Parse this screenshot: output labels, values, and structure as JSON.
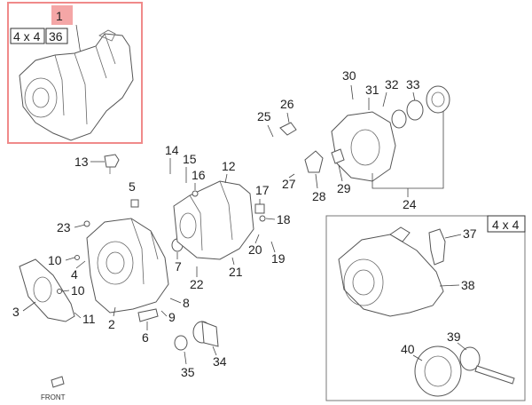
{
  "callouts": {
    "n1": "1",
    "n2": "2",
    "n3": "3",
    "n4": "4",
    "n5": "5",
    "n6": "6",
    "n7": "7",
    "n8": "8",
    "n9": "9",
    "n10a": "10",
    "n10b": "10",
    "n11": "11",
    "n12": "12",
    "n13": "13",
    "n14": "14",
    "n15": "15",
    "n16": "16",
    "n17": "17",
    "n18": "18",
    "n19": "19",
    "n20": "20",
    "n21": "21",
    "n22": "22",
    "n23": "23",
    "n24": "24",
    "n25": "25",
    "n26": "26",
    "n27": "27",
    "n28": "28",
    "n29": "29",
    "n30": "30",
    "n31": "31",
    "n32": "32",
    "n33": "33",
    "n34": "34",
    "n35": "35",
    "n36": "36",
    "n37": "37",
    "n38": "38",
    "n39": "39",
    "n40": "40"
  },
  "variant_tags": {
    "top_left": "4 x 4",
    "right_box": "4 x 4"
  },
  "front_label": "FRONT",
  "colors": {
    "highlight_box": "#f08a8a",
    "highlight_fill": "#f4a6a6"
  }
}
